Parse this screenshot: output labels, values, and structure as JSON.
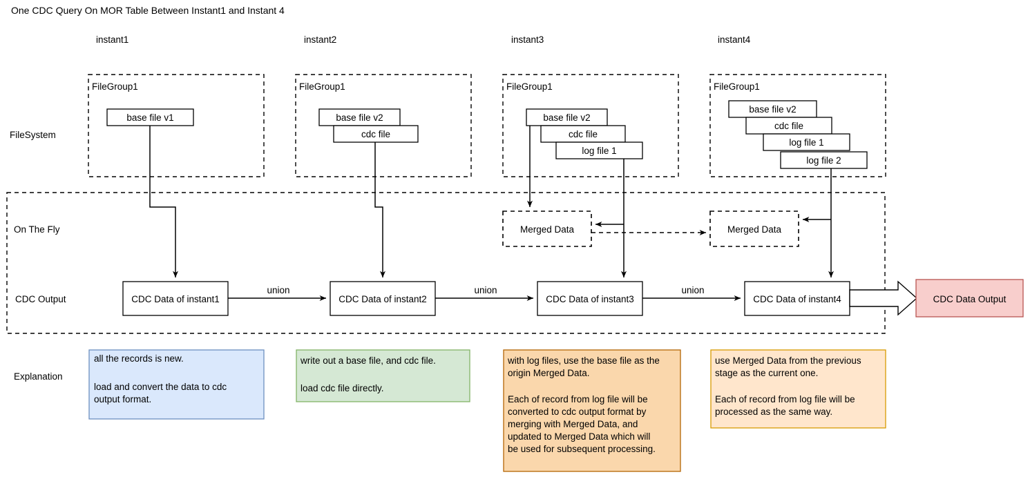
{
  "title": "One CDC Query On MOR Table Between Instant1 and Instant 4",
  "columns": [
    {
      "label": "instant1"
    },
    {
      "label": "instant2"
    },
    {
      "label": "instant3"
    },
    {
      "label": "instant4"
    }
  ],
  "row_labels": {
    "filesystem": "FileSystem",
    "on_the_fly": "On The Fly",
    "cdc_output": "CDC Output",
    "explanation": "Explanation"
  },
  "file_groups": [
    {
      "name": "FileGroup1",
      "files": [
        "base file v1"
      ]
    },
    {
      "name": "FileGroup1",
      "files": [
        "base file v2",
        "cdc file"
      ]
    },
    {
      "name": "FileGroup1",
      "files": [
        "base file v2",
        "cdc file",
        "log file 1"
      ]
    },
    {
      "name": "FileGroup1",
      "files": [
        "base file v2",
        "cdc file",
        "log file 1",
        "log file 2"
      ]
    }
  ],
  "merged_data": [
    {
      "label": "Merged Data"
    },
    {
      "label": "Merged Data"
    }
  ],
  "cdc_nodes": [
    {
      "label": "CDC Data of instant1"
    },
    {
      "label": "CDC Data of instant2"
    },
    {
      "label": "CDC Data of instant3"
    },
    {
      "label": "CDC Data of instant4"
    }
  ],
  "union_labels": [
    "union",
    "union",
    "union"
  ],
  "output_node": {
    "label": "CDC Data Output",
    "fill": "#f8cecc",
    "stroke": "#b85450"
  },
  "explanations": [
    {
      "fill": "#dae8fc",
      "stroke": "#6c8ebf",
      "lines": [
        "all the records is new.",
        "",
        "load and convert the data to cdc",
        "output format."
      ]
    },
    {
      "fill": "#d5e8d4",
      "stroke": "#82b366",
      "lines": [
        "write out a base file, and cdc file.",
        "",
        "load cdc file directly."
      ]
    },
    {
      "fill": "#fad7ac",
      "stroke": "#b46504",
      "lines": [
        "with log files, use the base file as the",
        "origin Merged Data.",
        "",
        "Each of record from log file will be",
        "converted to cdc output format by",
        "merging with Merged Data, and",
        "updated to Merged Data which will",
        "be used for subsequent processing."
      ]
    },
    {
      "fill": "#ffe6cc",
      "stroke": "#d79b00",
      "lines": [
        "use Merged Data from the previous",
        "stage as the current one.",
        "",
        "Each of record from log file will be",
        "processed as the same way."
      ]
    }
  ]
}
